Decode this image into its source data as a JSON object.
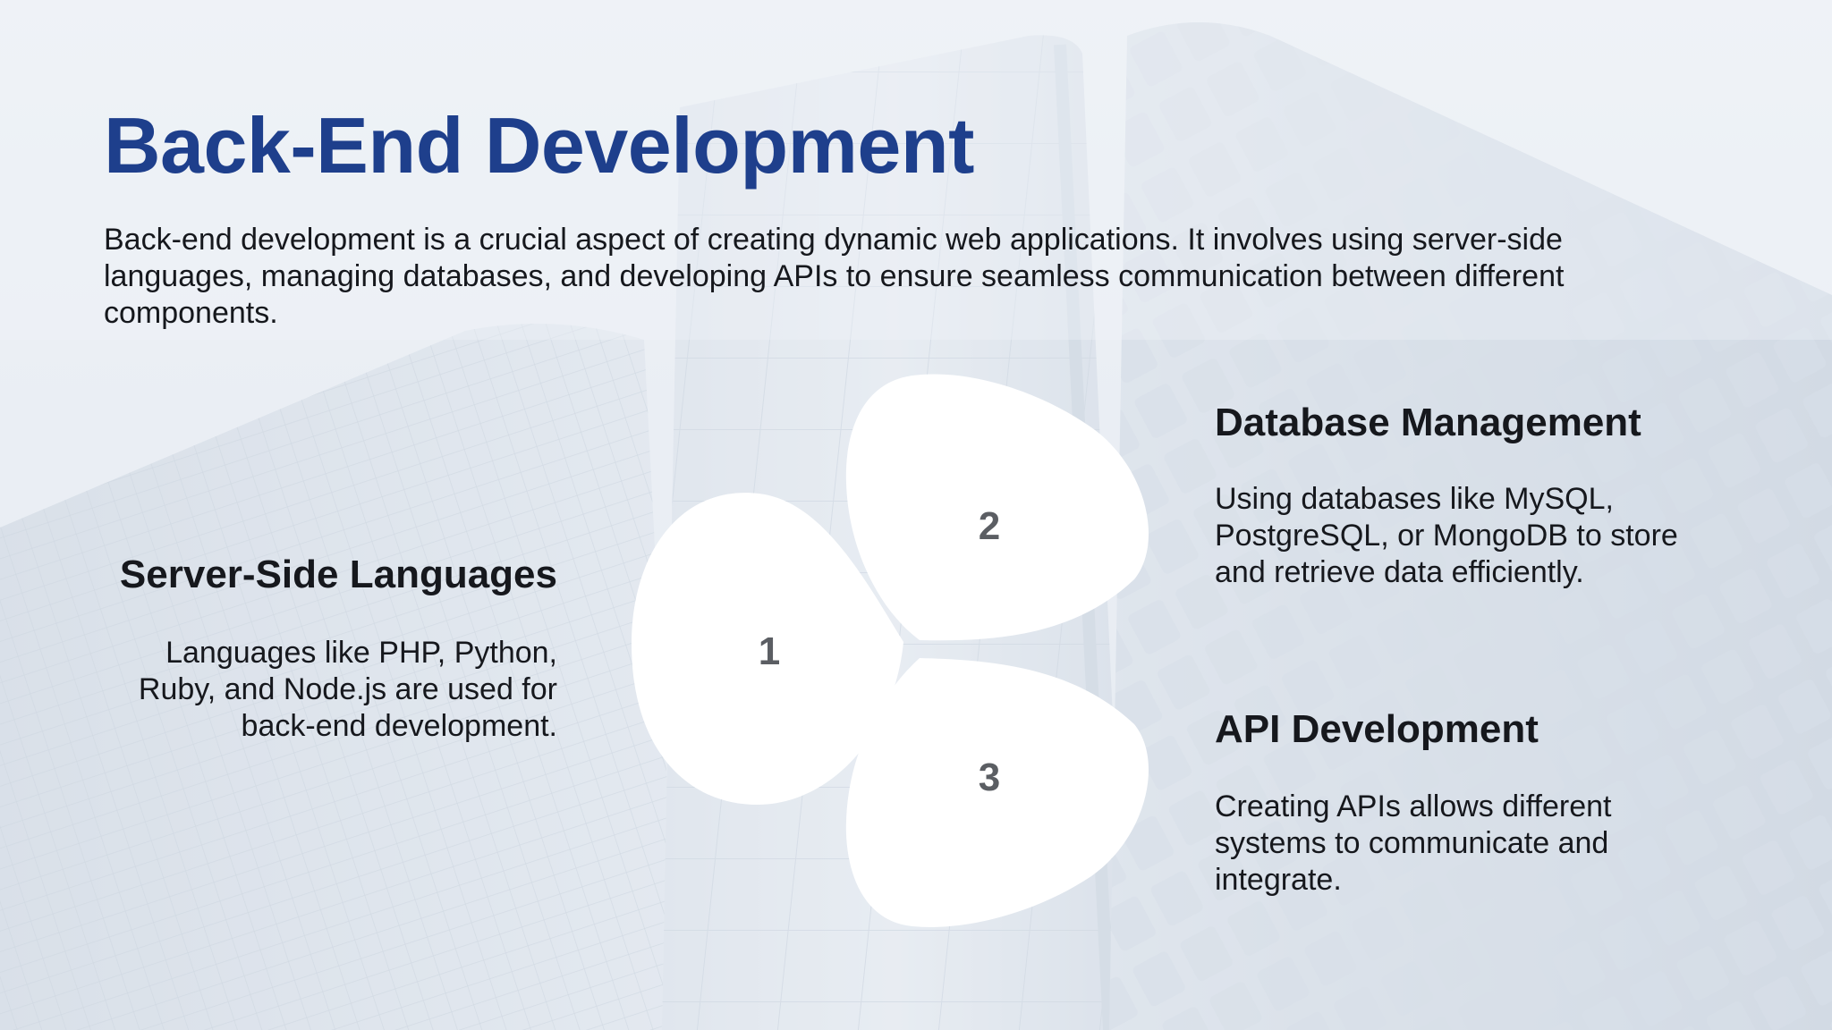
{
  "title": "Back-End Development",
  "intro": "Back-end development is a crucial aspect of creating dynamic web applications. It involves using server-side languages, managing databases, and developing APIs to ensure seamless communication between different components.",
  "topics": [
    {
      "number": "1",
      "heading": "Server-Side Languages",
      "body": "Languages like PHP, Python, Ruby, and Node.js are used for back-end development."
    },
    {
      "number": "2",
      "heading": "Database Management",
      "body": "Using databases like MySQL, PostgreSQL, or MongoDB to store and retrieve data efficiently."
    },
    {
      "number": "3",
      "heading": "API Development",
      "body": "Creating APIs allows different systems to communicate and integrate."
    }
  ],
  "colors": {
    "title": "#1e3f8c",
    "text": "#16181d",
    "petal": "#ffffff",
    "number": "#5b5e63",
    "background": "#e4e9f1"
  }
}
